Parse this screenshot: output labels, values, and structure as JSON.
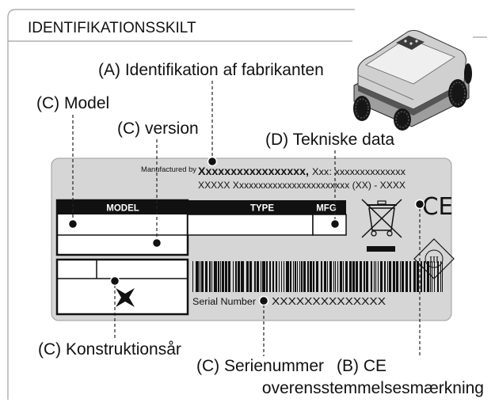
{
  "header": {
    "title": "IDENTIFIKATIONSSKILT"
  },
  "callouts": {
    "manufacturer": "(A) Identifikation af fabrikanten",
    "model": "(C) Model",
    "version": "(C) version",
    "technical_data": "(D) Tekniske data",
    "construction_year": "(C) Konstruktionsår",
    "serial_number": "(C) Serienummer",
    "ce_marking_line1": "(B) CE",
    "ce_marking_line2": "overensstemmelsesmærkning"
  },
  "plate": {
    "manufactured_by": "Manufactured by",
    "manufacturer_name": "Xxxxxxxxxxxxxxxxx,",
    "address_line1": "Xxx: xxxxxxxxxxxxxx",
    "address_line2": "XXXXX Xxxxxxxxxxxxxxxxxxxxxxxx (XX) - XXXX",
    "columns": {
      "model": "MODEL",
      "type": "TYPE",
      "mfg": "MFG"
    },
    "serial_label": "Serial Number",
    "serial_value": "XXXXXXXXXXXXXX",
    "ce_mark": "CE",
    "protection_class": "III"
  },
  "icons": {
    "illustration": "robot-mower-illustration",
    "weee": "crossed-out-wheelie-bin-icon",
    "protection_class": "class-iii-diamond-icon",
    "brand_logo": "brand-star-logo-icon",
    "barcode": "barcode"
  },
  "colors": {
    "plate": "#d6d6d6",
    "ink": "#111111",
    "frame": "#a0a0a0",
    "background": "#ffffff"
  }
}
